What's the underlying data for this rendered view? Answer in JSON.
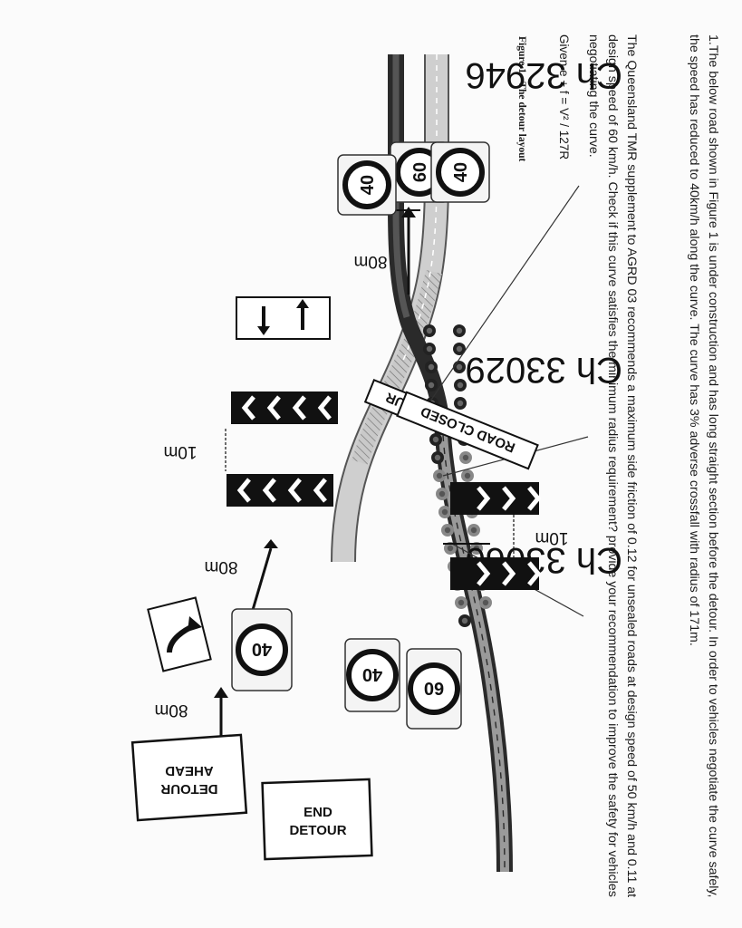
{
  "question": {
    "paragraph1": "1.The below road shown in Figure 1 is under construction and has long straight section before the detour. In order to vehicles negotiate the curve safely, the speed has reduced to 40km/h along the curve. The curve has 3% adverse crossfall with radius of 171m.",
    "paragraph2": "The Queensland TMR supplement to AGRD 03 recommends a maximum side friction of 0.12 for unsealed roads at design speed of 50 km/h and 0.11 at design speed of 60 km/h. Check if this curve satisfies the minimum radius requirement? provide your recommendation to improve the safety for vehicles negotiating the curve.",
    "given": "Given e + f = V² / 127R",
    "figure_caption": "Figure 1 - The detour layout"
  },
  "diagram": {
    "chainages": [
      "Ch 32946",
      "Ch 33029",
      "Ch 33060"
    ],
    "distances": {
      "top": "80m",
      "middle": "80m",
      "bottom": "80m",
      "chevron_gap_upper": "10m",
      "chevron_gap_lower": "10m"
    },
    "signs": {
      "detour_arrow": "DETOUR",
      "road_closed": "ROAD CLOSED",
      "detour_ahead_line1": "DETOUR",
      "detour_ahead_line2": "AHEAD",
      "end_detour_line1": "END",
      "end_detour_line2": "DETOUR"
    },
    "speed_signs": {
      "top": [
        "60",
        "40",
        "40"
      ],
      "bottom": [
        "40",
        "40",
        "60"
      ]
    },
    "colors": {
      "ink": "#111111",
      "road_grey": "#8a8a8a",
      "paper": "#fbfbfb"
    }
  }
}
